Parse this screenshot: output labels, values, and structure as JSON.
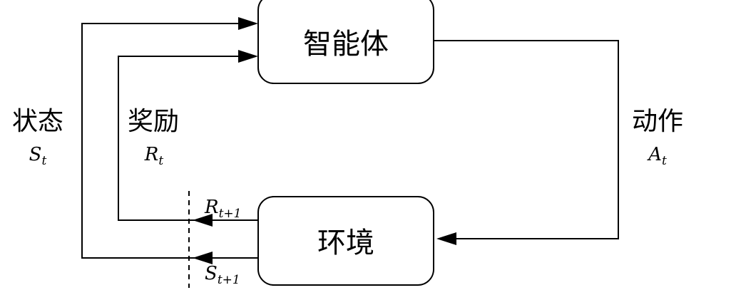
{
  "nodes": {
    "agent": {
      "label": "智能体"
    },
    "environment": {
      "label": "环境"
    }
  },
  "edges": {
    "action": {
      "label": "动作",
      "symbol": "A",
      "subscript": "t"
    },
    "state": {
      "label": "状态",
      "symbol": "S",
      "subscript": "t"
    },
    "reward": {
      "label": "奖励",
      "symbol": "R",
      "subscript": "t"
    },
    "next_reward": {
      "symbol": "R",
      "subscript": "t+1"
    },
    "next_state": {
      "symbol": "S",
      "subscript": "t+1"
    }
  }
}
